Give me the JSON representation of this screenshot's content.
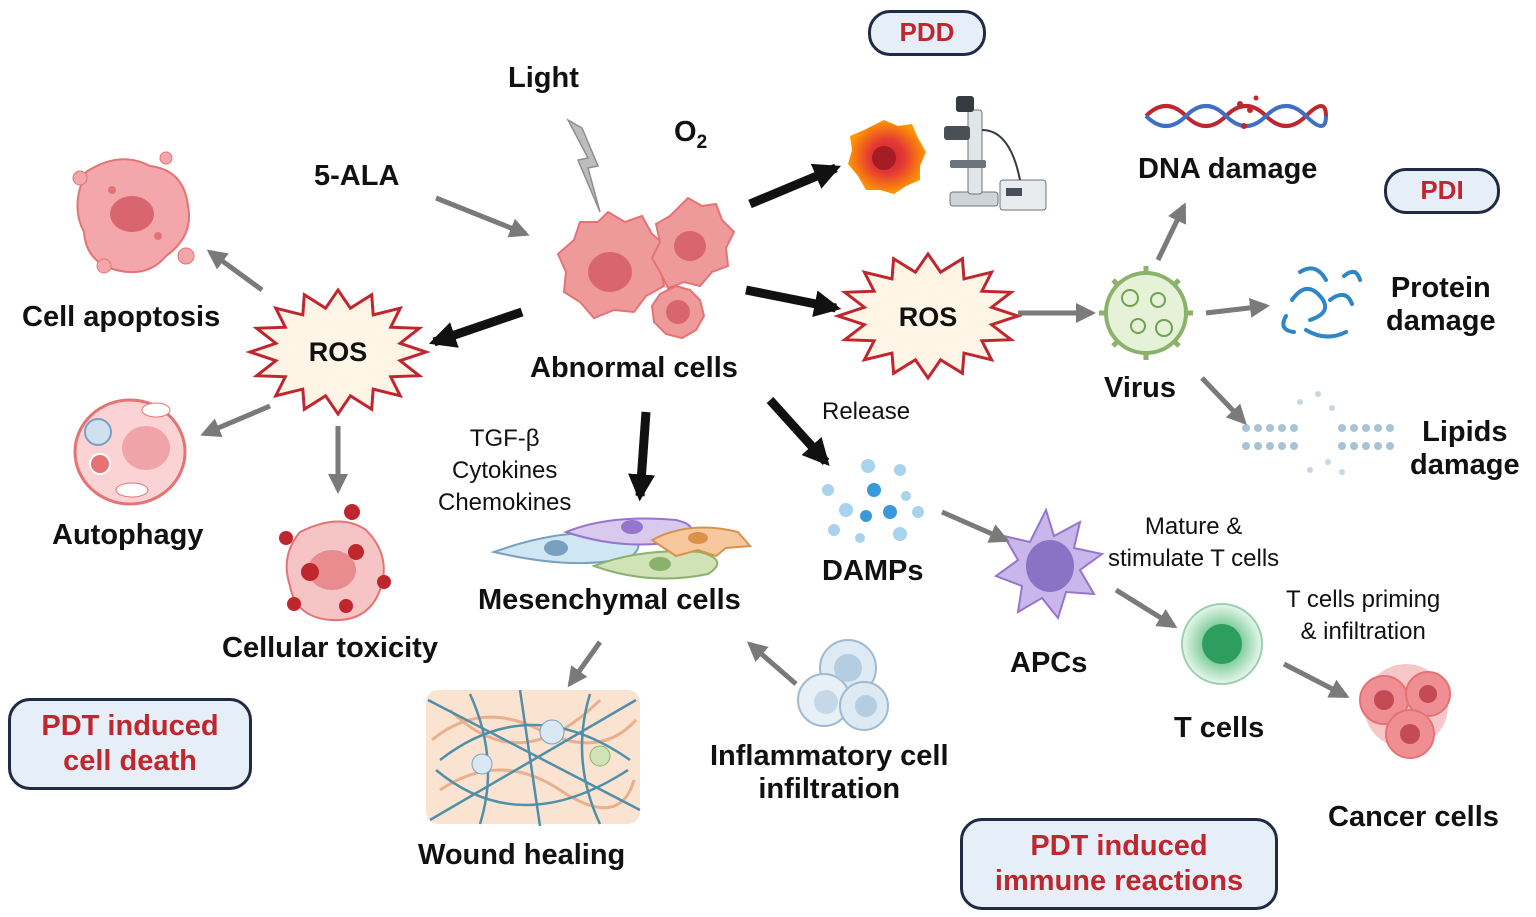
{
  "labels": {
    "light": "Light",
    "o2": "O",
    "o2_sub": "2",
    "five_ala": "5-ALA",
    "abnormal_cells": "Abnormal cells",
    "ros": "ROS",
    "cell_apoptosis": "Cell apoptosis",
    "autophagy": "Autophagy",
    "cellular_toxicity": "Cellular toxicity",
    "tgf_beta": "TGF-β",
    "cytokines": "Cytokines",
    "chemokines": "Chemokines",
    "mesenchymal_cells": "Mesenchymal cells",
    "wound_healing": "Wound healing",
    "inflammatory_line1": "Inflammatory cell",
    "inflammatory_line2": "infiltration",
    "release": "Release",
    "damps": "DAMPs",
    "apcs": "APCs",
    "mature_line1": "Mature &",
    "mature_line2": "stimulate T cells",
    "t_cells": "T cells",
    "priming_line1": "T cells priming",
    "priming_line2": "& infiltration",
    "cancer_cells": "Cancer cells",
    "virus": "Virus",
    "dna_damage": "DNA damage",
    "protein_line1": "Protein",
    "protein_line2": "damage",
    "lipids_line1": "Lipids",
    "lipids_line2": "damage"
  },
  "boxes": {
    "pdd": "PDD",
    "pdi": "PDI",
    "cell_death_line1": "PDT induced",
    "cell_death_line2": "cell death",
    "immune_line1": "PDT induced",
    "immune_line2": "immune reactions"
  },
  "colors": {
    "box_fill": "#e6eef8",
    "box_border": "#1f2a44",
    "box_text": "#c0262e",
    "ros_fill": "#fff5e6",
    "ros_stroke": "#c0262e",
    "cell_pink": "#ef9a9a",
    "arrow_gray": "#7a7a7a",
    "arrow_black": "#111111"
  }
}
